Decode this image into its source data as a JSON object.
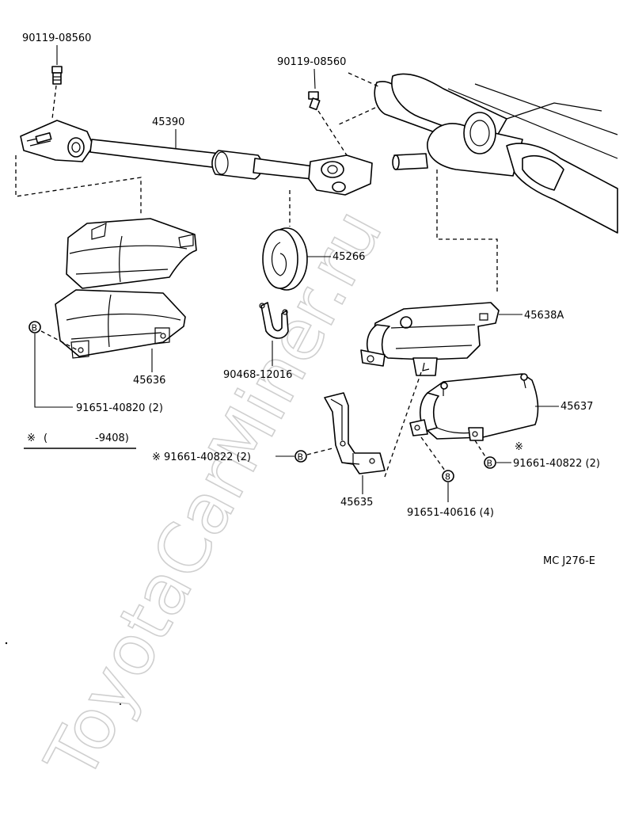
{
  "watermark": "ToyotaCarMiner.ru",
  "labels": {
    "bolt_top_left": "90119-08560",
    "bolt_top_center": "90119-08560",
    "shaft": "45390",
    "grommet": "45266",
    "cover_left": "45636",
    "clip": "90468-12016",
    "clip_left": "91651-40820 (2)",
    "note_mark": "※",
    "note_open": "(",
    "note_range": "-9408)",
    "cover_upper_right": "45638A",
    "cover_lower_right": "45637",
    "clip_right_star": "※",
    "clip_right": "91661-40822 (2)",
    "clip_bracket": "※ 91661-40822 (2)",
    "bracket": "45635",
    "clip_bottom": "91651-40616 (4)",
    "figure_code": "MC J276-E"
  },
  "callout_symbol": "B",
  "callout_symbol_lower": "8"
}
